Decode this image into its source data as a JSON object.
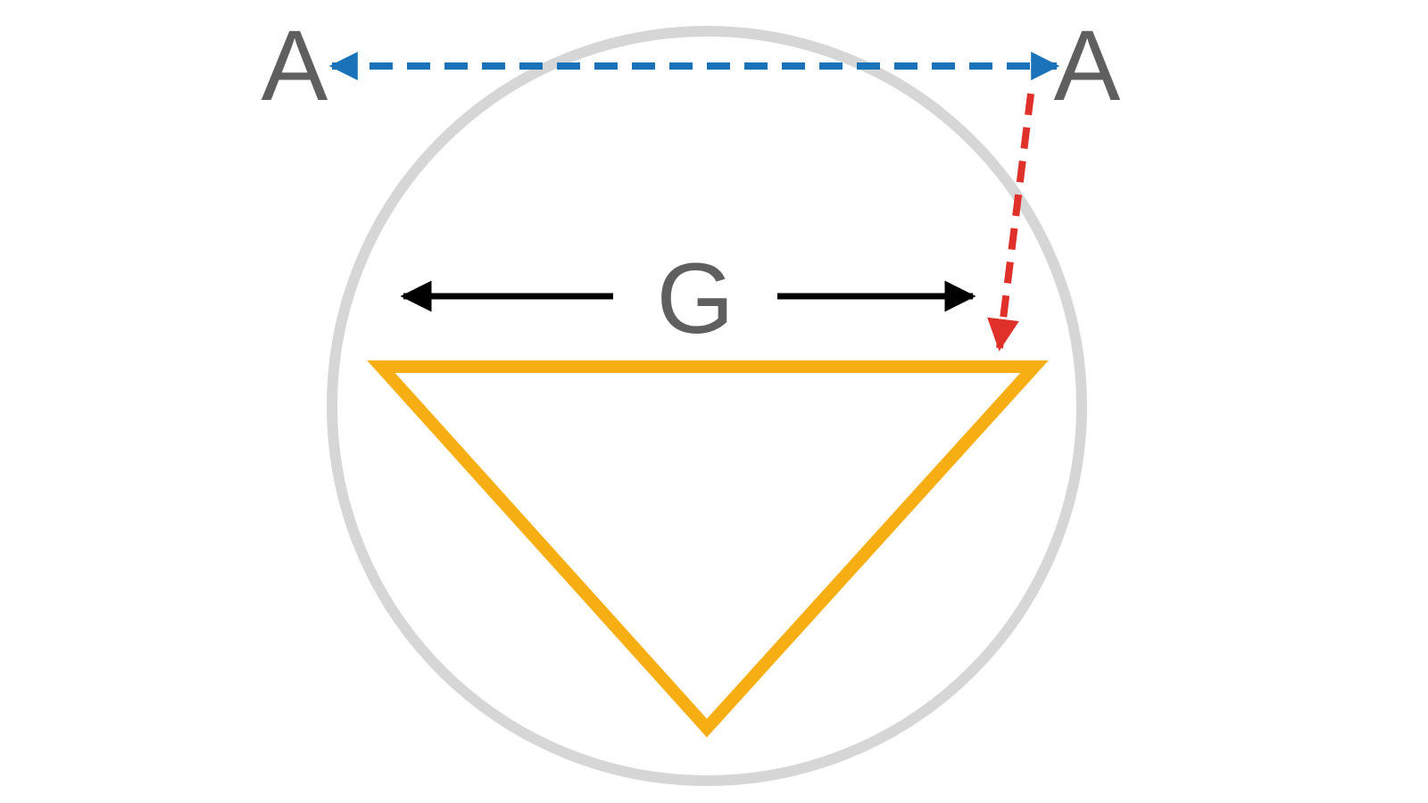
{
  "labels": {
    "left_a": "A",
    "right_a": "A",
    "center_g": "G"
  },
  "colors": {
    "circle": "#d6d6d6",
    "triangle": "#f7ae13",
    "dashed_blue": "#1a72b8",
    "dashed_red": "#e0302a",
    "arrow_black": "#000000",
    "label_text": "#5f5f5f",
    "background": "#ffffff"
  }
}
